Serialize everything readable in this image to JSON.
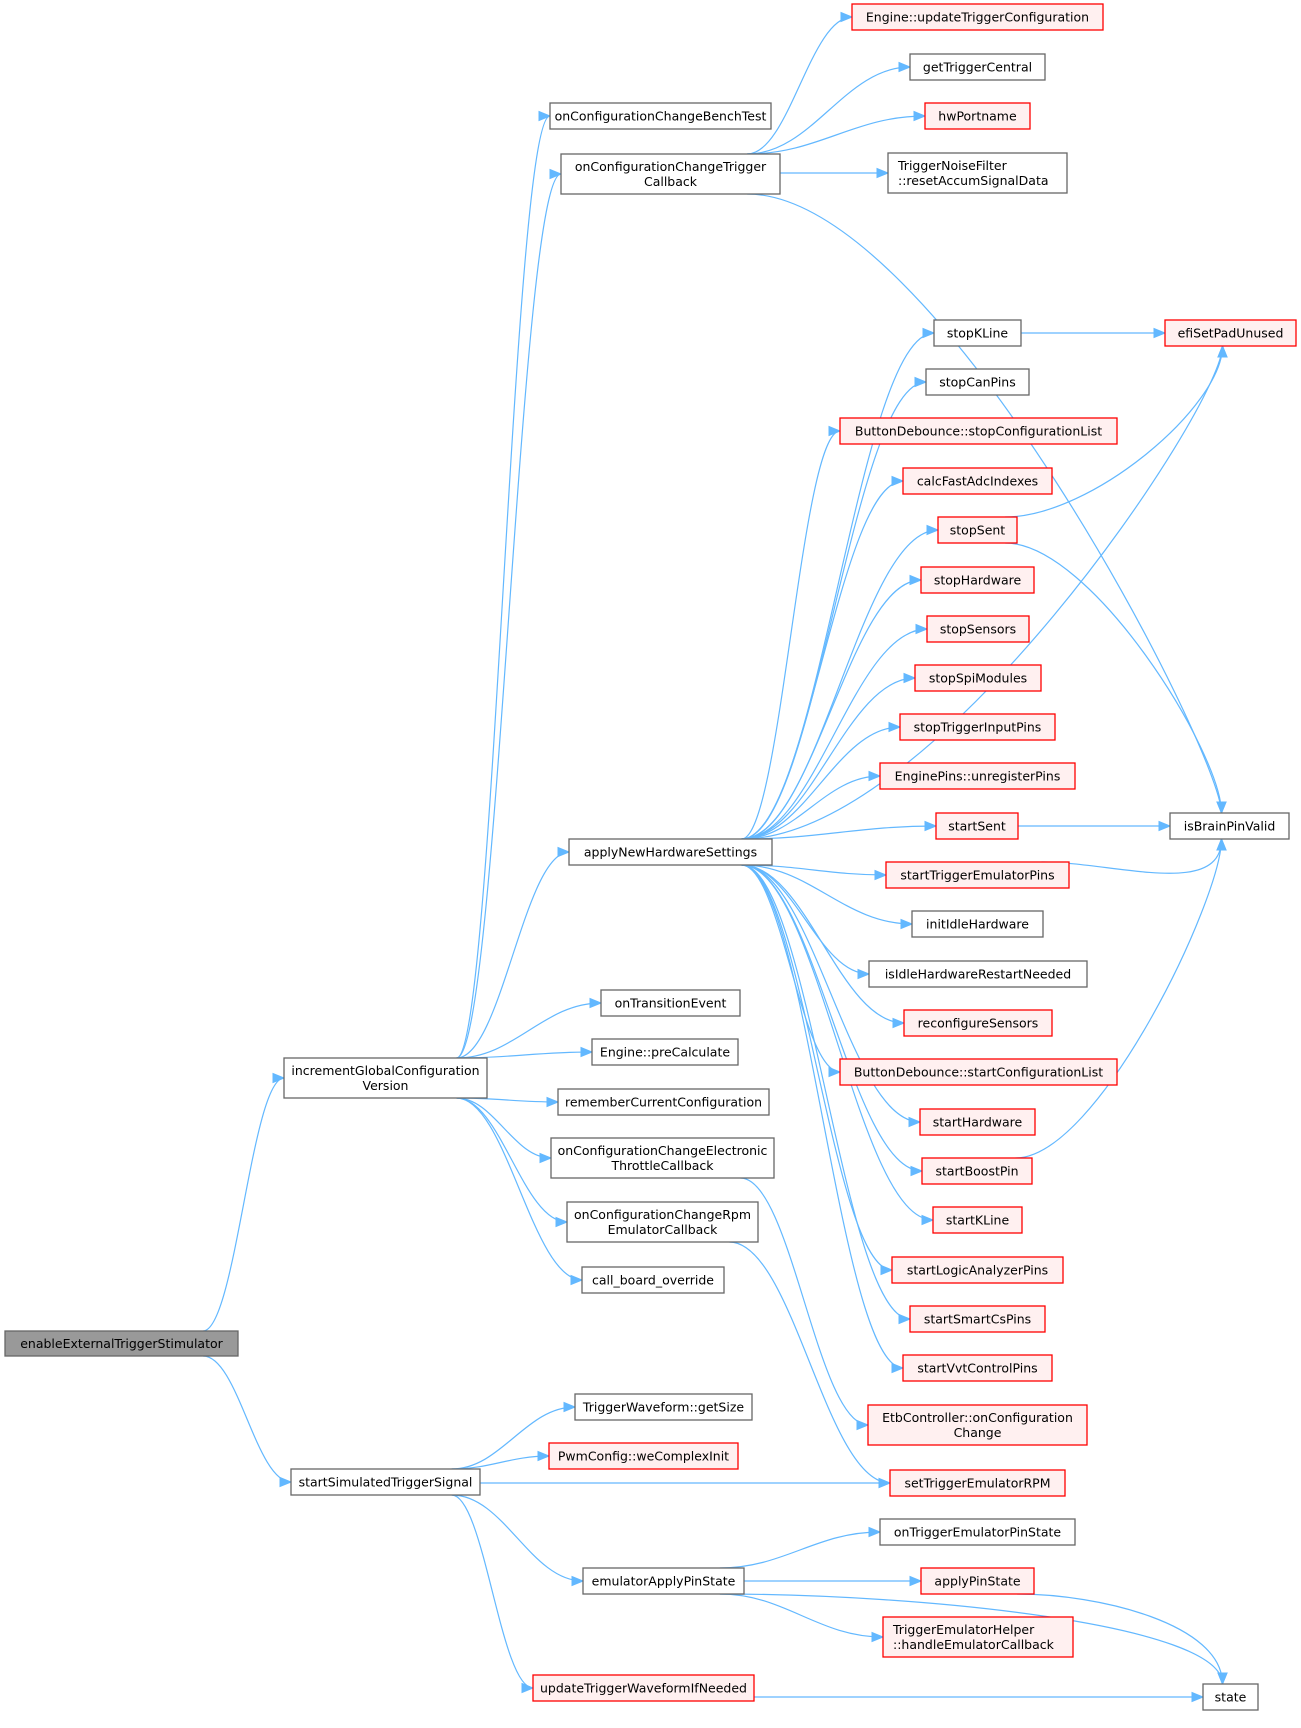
{
  "title": "enableExternalTriggerStimulator call graph",
  "colors": {
    "edge": "#63b8ff",
    "root_fill": "#999999",
    "normal_border": "#666666",
    "undocumented_border": "#ff0000",
    "undocumented_fill": "#fff0f0"
  },
  "nodes": [
    {
      "id": "root",
      "lines": [
        "enableExternalTriggerStimulator"
      ],
      "kind": "root"
    },
    {
      "id": "igcv",
      "lines": [
        "incrementGlobalConfiguration",
        "Version"
      ],
      "kind": "normal"
    },
    {
      "id": "sst",
      "lines": [
        "startSimulatedTriggerSignal"
      ],
      "kind": "normal"
    },
    {
      "id": "occbt",
      "lines": [
        "onConfigurationChangeBenchTest"
      ],
      "kind": "normal"
    },
    {
      "id": "occtc",
      "lines": [
        "onConfigurationChangeTrigger",
        "Callback"
      ],
      "kind": "normal"
    },
    {
      "id": "anhs",
      "lines": [
        "applyNewHardwareSettings"
      ],
      "kind": "normal"
    },
    {
      "id": "ote",
      "lines": [
        "onTransitionEvent"
      ],
      "kind": "normal"
    },
    {
      "id": "epc",
      "lines": [
        "Engine::preCalculate"
      ],
      "kind": "normal"
    },
    {
      "id": "rcc",
      "lines": [
        "rememberCurrentConfiguration"
      ],
      "kind": "normal"
    },
    {
      "id": "occetc",
      "lines": [
        "onConfigurationChangeElectronic",
        "ThrottleCallback"
      ],
      "kind": "normal"
    },
    {
      "id": "occrec",
      "lines": [
        "onConfigurationChangeRpm",
        "EmulatorCallback"
      ],
      "kind": "normal"
    },
    {
      "id": "cbo",
      "lines": [
        "call_board_override"
      ],
      "kind": "normal"
    },
    {
      "id": "twgs",
      "lines": [
        "TriggerWaveform::getSize"
      ],
      "kind": "normal"
    },
    {
      "id": "pwci",
      "lines": [
        "PwmConfig::weComplexInit"
      ],
      "kind": "red"
    },
    {
      "id": "eaps",
      "lines": [
        "emulatorApplyPinState"
      ],
      "kind": "normal"
    },
    {
      "id": "utwin",
      "lines": [
        "updateTriggerWaveformIfNeeded"
      ],
      "kind": "red"
    },
    {
      "id": "eutc",
      "lines": [
        "Engine::updateTriggerConfiguration"
      ],
      "kind": "red"
    },
    {
      "id": "gtc",
      "lines": [
        "getTriggerCentral"
      ],
      "kind": "normal"
    },
    {
      "id": "hwp",
      "lines": [
        "hwPortname"
      ],
      "kind": "red"
    },
    {
      "id": "tnf",
      "lines": [
        "TriggerNoiseFilter",
        "::resetAccumSignalData"
      ],
      "kind": "normal",
      "align": "left"
    },
    {
      "id": "skl",
      "lines": [
        "stopKLine"
      ],
      "kind": "normal"
    },
    {
      "id": "scp",
      "lines": [
        "stopCanPins"
      ],
      "kind": "normal"
    },
    {
      "id": "bdscl",
      "lines": [
        "ButtonDebounce::stopConfigurationList"
      ],
      "kind": "red"
    },
    {
      "id": "cfai",
      "lines": [
        "calcFastAdcIndexes"
      ],
      "kind": "red"
    },
    {
      "id": "ssent",
      "lines": [
        "stopSent"
      ],
      "kind": "red"
    },
    {
      "id": "shw",
      "lines": [
        "stopHardware"
      ],
      "kind": "red"
    },
    {
      "id": "ssens",
      "lines": [
        "stopSensors"
      ],
      "kind": "red"
    },
    {
      "id": "sspi",
      "lines": [
        "stopSpiModules"
      ],
      "kind": "red"
    },
    {
      "id": "stip",
      "lines": [
        "stopTriggerInputPins"
      ],
      "kind": "red"
    },
    {
      "id": "epur",
      "lines": [
        "EnginePins::unregisterPins"
      ],
      "kind": "red"
    },
    {
      "id": "stsent",
      "lines": [
        "startSent"
      ],
      "kind": "red"
    },
    {
      "id": "step",
      "lines": [
        "startTriggerEmulatorPins"
      ],
      "kind": "red"
    },
    {
      "id": "iih",
      "lines": [
        "initIdleHardware"
      ],
      "kind": "normal"
    },
    {
      "id": "iihrn",
      "lines": [
        "isIdleHardwareRestartNeeded"
      ],
      "kind": "normal"
    },
    {
      "id": "rcs",
      "lines": [
        "reconfigureSensors"
      ],
      "kind": "red"
    },
    {
      "id": "bdstcl",
      "lines": [
        "ButtonDebounce::startConfigurationList"
      ],
      "kind": "red"
    },
    {
      "id": "sthw",
      "lines": [
        "startHardware"
      ],
      "kind": "red"
    },
    {
      "id": "sbp",
      "lines": [
        "startBoostPin"
      ],
      "kind": "red"
    },
    {
      "id": "stkl",
      "lines": [
        "startKLine"
      ],
      "kind": "red"
    },
    {
      "id": "slap",
      "lines": [
        "startLogicAnalyzerPins"
      ],
      "kind": "red"
    },
    {
      "id": "sscp",
      "lines": [
        "startSmartCsPins"
      ],
      "kind": "red"
    },
    {
      "id": "svcp",
      "lines": [
        "startVvtControlPins"
      ],
      "kind": "red"
    },
    {
      "id": "etboc",
      "lines": [
        "EtbController::onConfiguration",
        "Change"
      ],
      "kind": "red"
    },
    {
      "id": "sterpm",
      "lines": [
        "setTriggerEmulatorRPM"
      ],
      "kind": "red"
    },
    {
      "id": "otep",
      "lines": [
        "onTriggerEmulatorPinState"
      ],
      "kind": "normal"
    },
    {
      "id": "aps",
      "lines": [
        "applyPinState"
      ],
      "kind": "red"
    },
    {
      "id": "tehc",
      "lines": [
        "TriggerEmulatorHelper",
        "::handleEmulatorCallback"
      ],
      "kind": "red",
      "align": "left"
    },
    {
      "id": "espu",
      "lines": [
        "efiSetPadUnused"
      ],
      "kind": "red"
    },
    {
      "id": "ibpv",
      "lines": [
        "isBrainPinValid"
      ],
      "kind": "normal"
    },
    {
      "id": "state",
      "lines": [
        "state"
      ],
      "kind": "normal"
    }
  ],
  "edges": [
    [
      "root",
      "igcv"
    ],
    [
      "root",
      "sst"
    ],
    [
      "igcv",
      "occbt"
    ],
    [
      "igcv",
      "occtc"
    ],
    [
      "igcv",
      "anhs"
    ],
    [
      "igcv",
      "ote"
    ],
    [
      "igcv",
      "epc"
    ],
    [
      "igcv",
      "rcc"
    ],
    [
      "igcv",
      "occetc"
    ],
    [
      "igcv",
      "occrec"
    ],
    [
      "igcv",
      "cbo"
    ],
    [
      "occtc",
      "eutc"
    ],
    [
      "occtc",
      "gtc"
    ],
    [
      "occtc",
      "hwp"
    ],
    [
      "occtc",
      "tnf"
    ],
    [
      "occtc",
      "ibpv"
    ],
    [
      "anhs",
      "espu"
    ],
    [
      "anhs",
      "skl"
    ],
    [
      "anhs",
      "scp"
    ],
    [
      "anhs",
      "bdscl"
    ],
    [
      "anhs",
      "cfai"
    ],
    [
      "anhs",
      "ssent"
    ],
    [
      "anhs",
      "shw"
    ],
    [
      "anhs",
      "ssens"
    ],
    [
      "anhs",
      "sspi"
    ],
    [
      "anhs",
      "stip"
    ],
    [
      "anhs",
      "epur"
    ],
    [
      "anhs",
      "stsent"
    ],
    [
      "anhs",
      "step"
    ],
    [
      "anhs",
      "iih"
    ],
    [
      "anhs",
      "iihrn"
    ],
    [
      "anhs",
      "rcs"
    ],
    [
      "anhs",
      "bdstcl"
    ],
    [
      "anhs",
      "sthw"
    ],
    [
      "anhs",
      "sbp"
    ],
    [
      "anhs",
      "stkl"
    ],
    [
      "anhs",
      "slap"
    ],
    [
      "anhs",
      "sscp"
    ],
    [
      "anhs",
      "svcp"
    ],
    [
      "occetc",
      "etboc"
    ],
    [
      "occrec",
      "sterpm"
    ],
    [
      "skl",
      "espu"
    ],
    [
      "ssent",
      "espu"
    ],
    [
      "ssent",
      "ibpv"
    ],
    [
      "stsent",
      "ibpv"
    ],
    [
      "step",
      "ibpv"
    ],
    [
      "sbp",
      "ibpv"
    ],
    [
      "sst",
      "twgs"
    ],
    [
      "sst",
      "pwci"
    ],
    [
      "sst",
      "sterpm"
    ],
    [
      "sst",
      "eaps"
    ],
    [
      "sst",
      "utwin"
    ],
    [
      "eaps",
      "otep"
    ],
    [
      "eaps",
      "aps"
    ],
    [
      "eaps",
      "tehc"
    ],
    [
      "eaps",
      "state"
    ],
    [
      "aps",
      "state"
    ],
    [
      "utwin",
      "state"
    ]
  ]
}
